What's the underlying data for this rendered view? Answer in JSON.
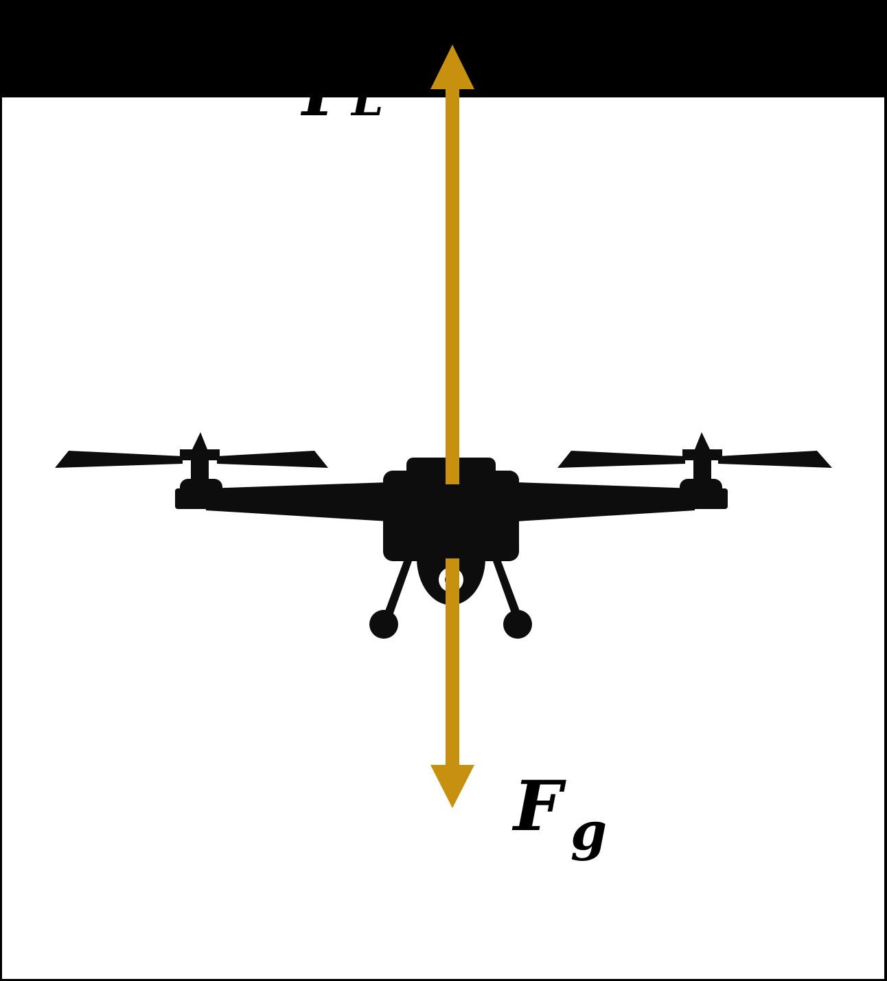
{
  "diagram": {
    "colors": {
      "frame": "#000000",
      "background": "#ffffff",
      "drone": "#0d0d0d",
      "force_arrow": "#c8900f"
    },
    "forces": [
      {
        "id": "lift",
        "direction": "up",
        "label_main": "F",
        "label_sub": "L"
      },
      {
        "id": "gravity",
        "direction": "down",
        "label_main": "F",
        "label_sub": "g"
      }
    ]
  }
}
